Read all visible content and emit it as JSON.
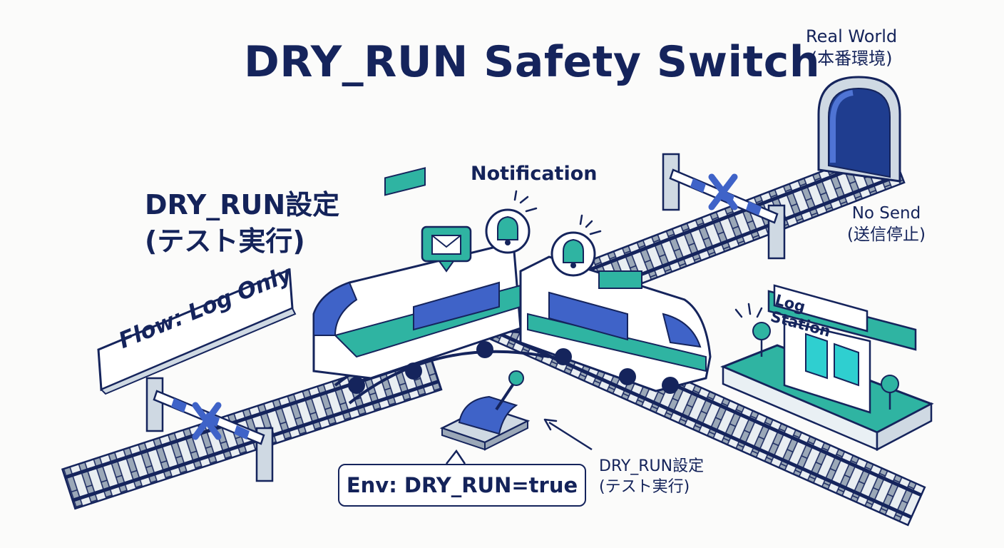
{
  "title": "DRY_RUN Safety Switch",
  "left_heading": {
    "line1": "DRY_RUN設定",
    "line2": "(テスト実行)"
  },
  "flow_sign": "Flow: Log Only",
  "notification_label": "Notification",
  "real_world": {
    "line1": "Real World",
    "line2": "(本番環境)"
  },
  "no_send": {
    "line1": "No Send",
    "line2": "(送信停止)"
  },
  "log_station": "Log Station",
  "env_box": "Env: DRY_RUN=true",
  "lever_caption": {
    "line1": "DRY_RUN設定",
    "line2": "(テスト実行)"
  },
  "colors": {
    "navy": "#15245c",
    "blue": "#3f63c8",
    "teal": "#2fb4a2",
    "light": "#e9f0f4"
  }
}
